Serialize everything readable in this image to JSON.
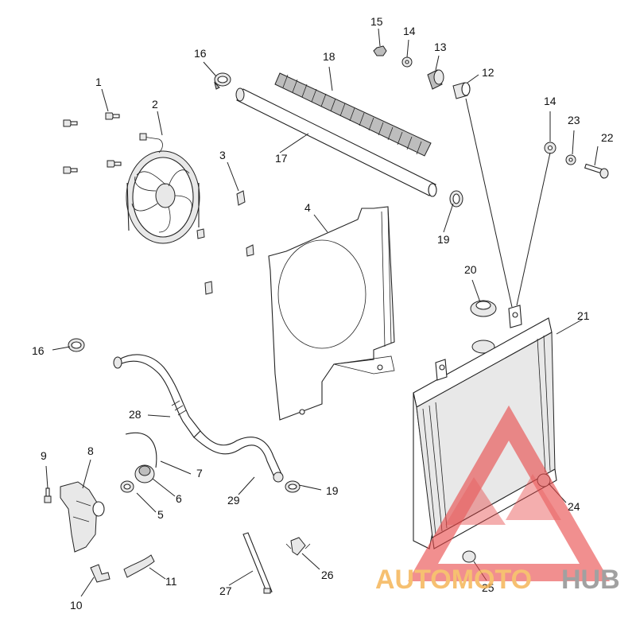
{
  "diagram": {
    "callouts": [
      "1",
      "2",
      "3",
      "4",
      "5",
      "6",
      "7",
      "8",
      "9",
      "10",
      "11",
      "12",
      "13",
      "14",
      "14",
      "15",
      "16",
      "16",
      "17",
      "18",
      "19",
      "19",
      "20",
      "21",
      "22",
      "23",
      "24",
      "25",
      "26",
      "27",
      "28",
      "29"
    ]
  },
  "watermark": {
    "brand_part_1": "AUTOMOTO",
    "brand_part_2": "HUB",
    "colors": {
      "triangle": "#e84a4a",
      "accent": "#f5b352",
      "gray": "#8d8d8d"
    }
  }
}
